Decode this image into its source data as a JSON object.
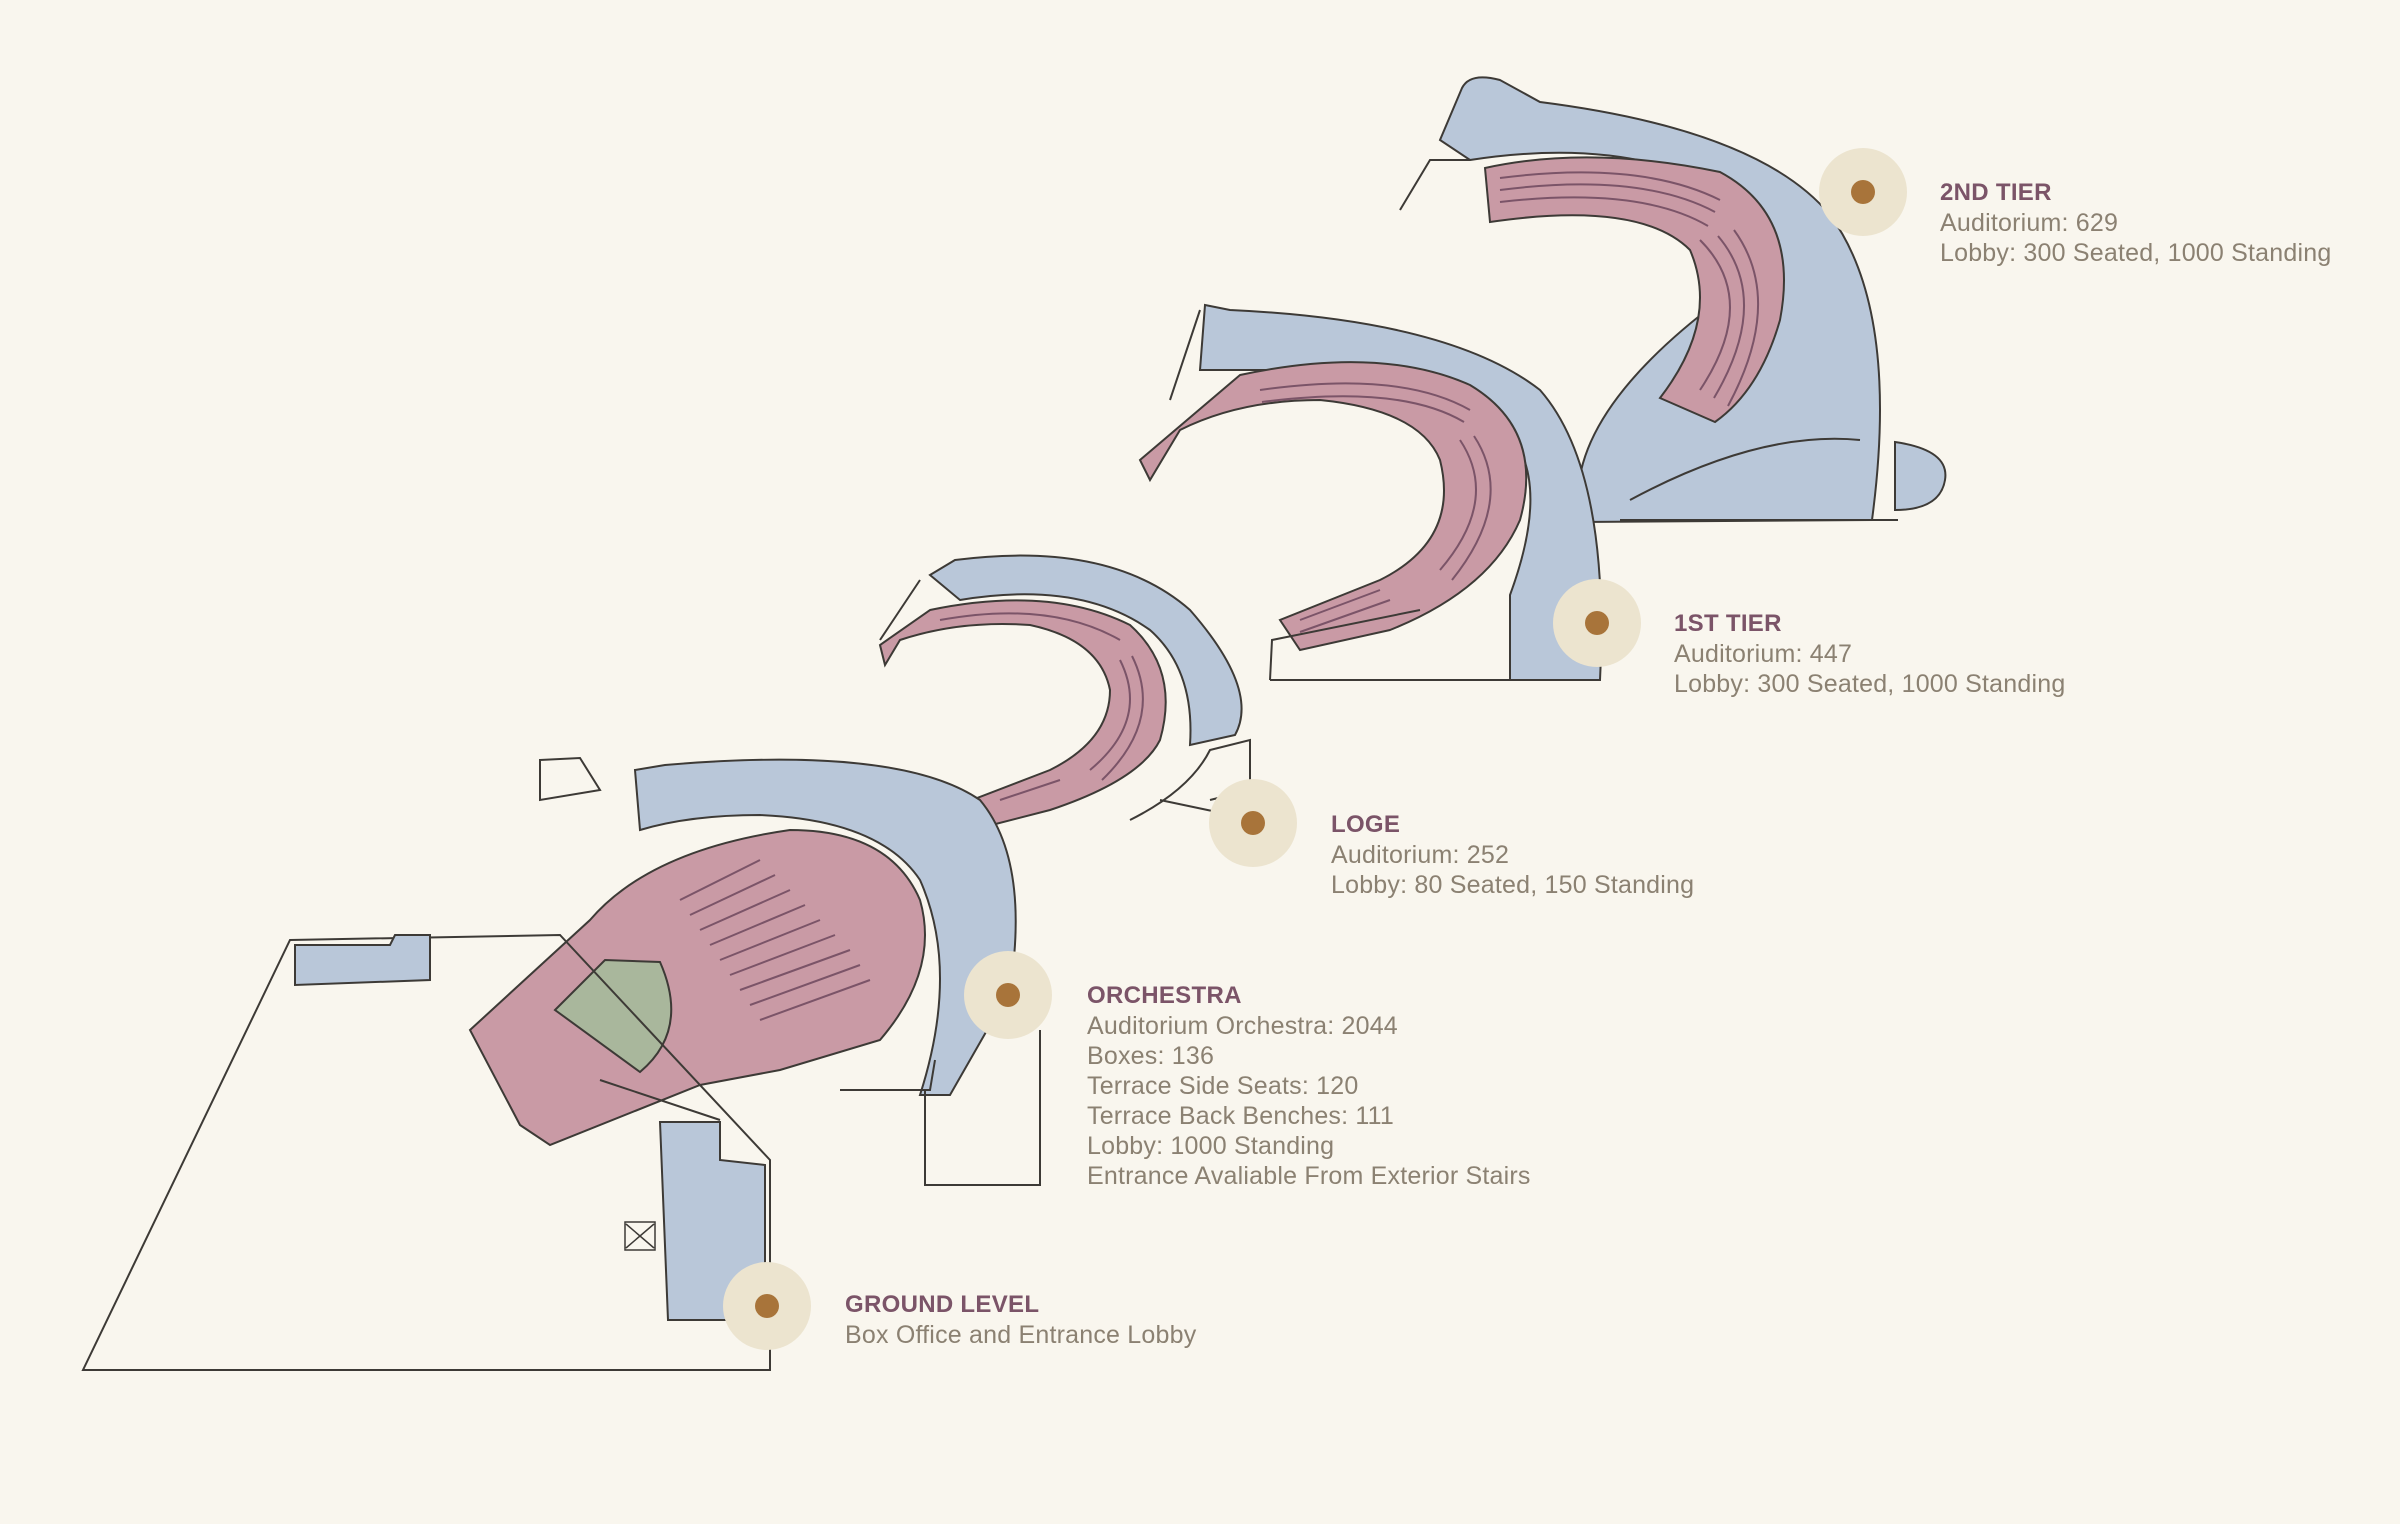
{
  "colors": {
    "background": "#f9f6ee",
    "auditorium": "#c99aa5",
    "lobby": "#b9c7d9",
    "stage": "#a9b79c",
    "marker": "#a8743a",
    "marker_halo": "#ece4cf",
    "title": "#7b5468",
    "text": "#8b8172",
    "outline": "#3d3a36"
  },
  "levels": [
    {
      "id": "2nd-tier",
      "title": "2ND TIER",
      "lines": [
        "Auditorium: 629",
        "Lobby: 300 Seated, 1000 Standing"
      ],
      "marker_icon": "location-dot-icon"
    },
    {
      "id": "1st-tier",
      "title": "1ST TIER",
      "lines": [
        "Auditorium: 447",
        "Lobby: 300 Seated, 1000 Standing"
      ],
      "marker_icon": "location-dot-icon"
    },
    {
      "id": "loge",
      "title": "LOGE",
      "lines": [
        "Auditorium: 252",
        "Lobby: 80 Seated, 150 Standing"
      ],
      "marker_icon": "location-dot-icon"
    },
    {
      "id": "orchestra",
      "title": "ORCHESTRA",
      "lines": [
        "Auditorium Orchestra: 2044",
        "Boxes: 136",
        "Terrace Side Seats: 120",
        "Terrace Back Benches: 111",
        "Lobby: 1000 Standing",
        "Entrance Avaliable From Exterior Stairs"
      ],
      "marker_icon": "location-dot-icon"
    },
    {
      "id": "ground-level",
      "title": "GROUND LEVEL",
      "lines": [
        "Box Office and Entrance Lobby"
      ],
      "marker_icon": "location-dot-icon"
    }
  ]
}
